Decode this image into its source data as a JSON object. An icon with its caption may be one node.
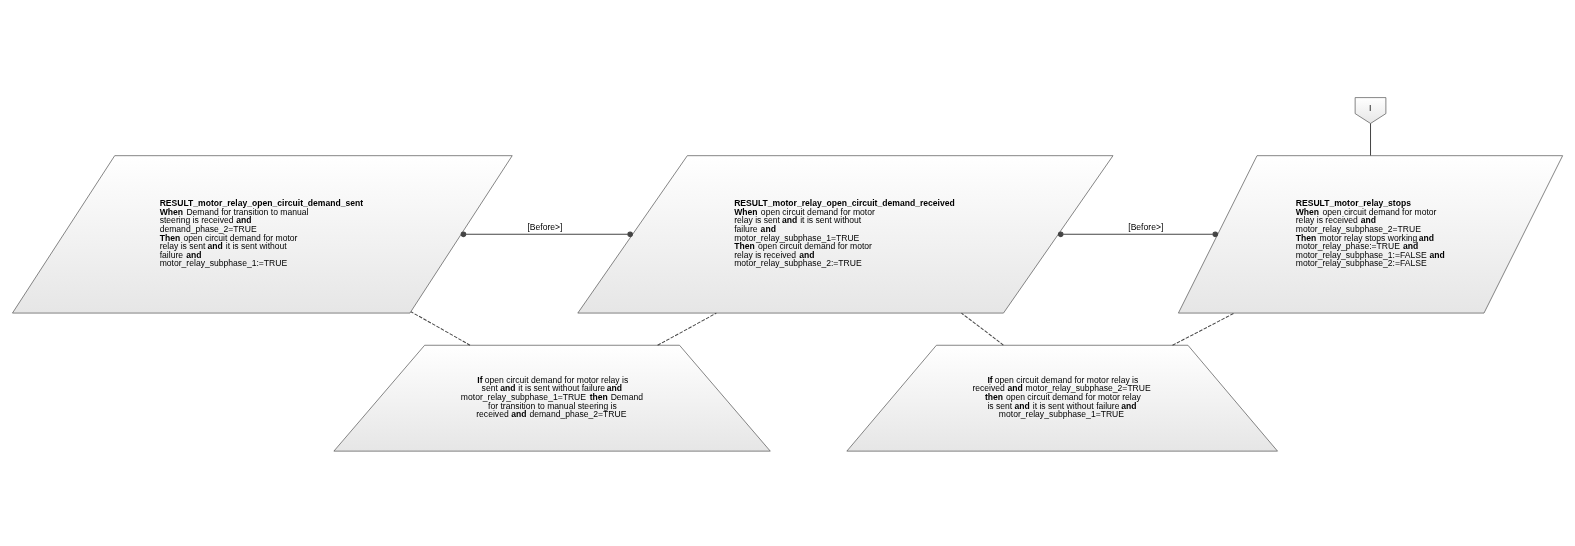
{
  "diagram": {
    "nodes": [
      {
        "text": [
          "I"
        ]
      },
      {
        "text": [
          "RESULT_motor_relay_open_circuit_demand_sent",
          "**When** Demand for transition to manual steering is received **and** demand_phase_2=TRUE",
          "**Then** open circuit demand for motor relay is sent **and** it is sent without failure **and** motor_relay_subphase_1:=TRUE"
        ]
      },
      {
        "text": [
          "RESULT_motor_relay_open_circuit_demand_received",
          "**When** open circuit demand for motor relay is sent **and** it is sent without failure **and** motor_relay_subphase_1=TRUE",
          "**Then** open circuit demand for motor relay is received **and** motor_relay_subphase_2:=TRUE"
        ]
      },
      {
        "text": [
          "RESULT_motor_relay_stops",
          "**When** open circuit demand for motor relay is received **and** motor_relay_subphase_2=TRUE",
          "**Then** motor relay stops working **and** motor_relay_phase:=TRUE **and** motor_relay_subphase_1:=FALSE **and** motor_relay_subphase_2:=FALSE"
        ]
      },
      {
        "text": [
          "**If** open circuit demand for motor relay is sent **and** it is sent without failure **and** motor_relay_subphase_1=TRUE **then** Demand for transition to manual steering is received **and** demand_phase_2=TRUE"
        ]
      },
      {
        "text": [
          "**If** open circuit demand for motor relay is received **and** motor_relay_subphase_2=TRUE **then** open circuit demand for motor relay is sent **and** it is sent without failure **and** motor_relay_subphase_1=TRUE"
        ]
      }
    ],
    "edges": [
      {
        "from": 0,
        "to": 3,
        "arrow": "none"
      },
      {
        "from": 1,
        "to": 2,
        "arrow": "other",
        "label": "[Before>]"
      },
      {
        "from": 2,
        "to": 3,
        "arrow": "other",
        "label": "[Before>]"
      },
      {
        "from": 4,
        "to": 1,
        "arrow": "none",
        "style": "dashed"
      },
      {
        "from": 4,
        "to": 2,
        "arrow": "none",
        "style": "dashed"
      },
      {
        "from": 5,
        "to": 2,
        "arrow": "none",
        "style": "dashed"
      },
      {
        "from": 5,
        "to": 3,
        "arrow": "none",
        "style": "dashed"
      }
    ]
  }
}
